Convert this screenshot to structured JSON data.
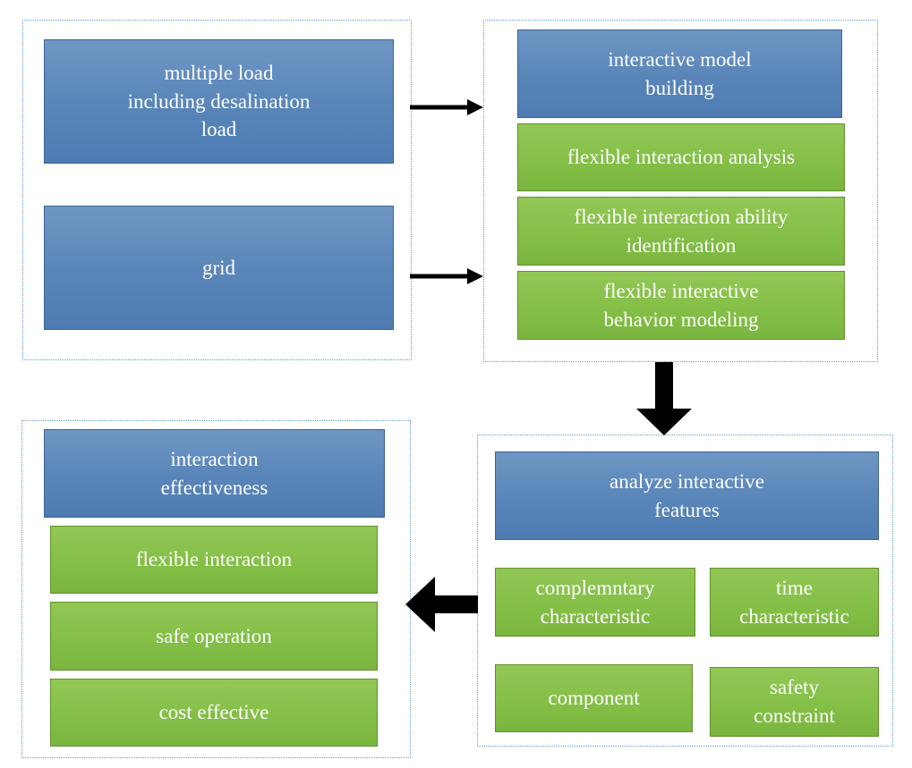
{
  "load_group": {
    "multiple_load": "multiple load\nincluding desalination\nload",
    "grid": "grid"
  },
  "model_group": {
    "interactive_model_building": "interactive model\nbuilding",
    "flexible_interaction_analysis": "flexible interaction analysis",
    "flexible_interaction_ability_identification": "flexible interaction ability\nidentification",
    "flexible_interactive_behavior_modeling": "flexible interactive\nbehavior modeling"
  },
  "features_group": {
    "analyze_interactive_features": "analyze interactive\nfeatures",
    "complementary_characteristic": "complemntary\ncharacteristic",
    "time_characteristic": "time\ncharacteristic",
    "component": "component",
    "safety_constraint": "safety\nconstraint"
  },
  "effectiveness_group": {
    "interaction_effectiveness": "interaction\neffectiveness",
    "flexible_interaction": "flexible interaction",
    "safe_operation": "safe operation",
    "cost_effective": "cost effective"
  },
  "colors": {
    "blue_box": "#5a86b9",
    "green_box": "#84bf47",
    "arrow": "#000000",
    "group_border": "#5b9bd5"
  }
}
